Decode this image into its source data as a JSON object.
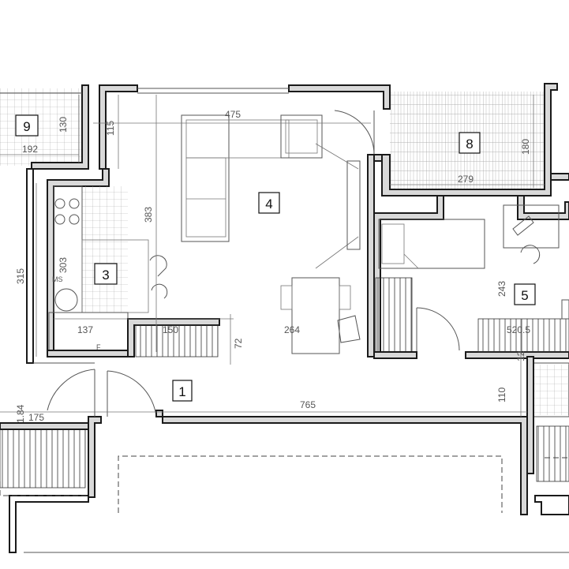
{
  "plan": {
    "rooms": [
      {
        "id": "room-1",
        "label": "1"
      },
      {
        "id": "room-3",
        "label": "3"
      },
      {
        "id": "room-4",
        "label": "4"
      },
      {
        "id": "room-5",
        "label": "5"
      },
      {
        "id": "room-8",
        "label": "8"
      },
      {
        "id": "room-9",
        "label": "9"
      }
    ],
    "dimensions": {
      "d475": "475",
      "d115": "115",
      "d383": "383",
      "d130": "130",
      "d192": "192",
      "d180": "180",
      "d279": "279",
      "d315": "315",
      "d303": "303",
      "d137": "137",
      "d150": "150",
      "d72": "72",
      "d264": "264",
      "d243": "243",
      "d5205": "520.5",
      "d12": "12",
      "d110": "110",
      "d765": "765",
      "d184": "1.84",
      "d175": "175"
    },
    "marks": {
      "f": "F",
      "ms": "MS"
    }
  }
}
